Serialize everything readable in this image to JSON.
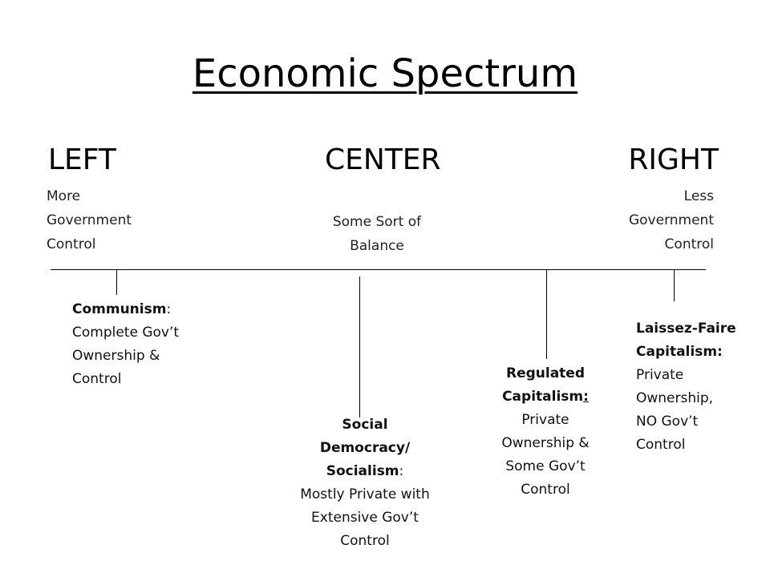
{
  "title": "Economic Spectrum",
  "poles": {
    "left": {
      "label": "LEFT",
      "desc": [
        "More",
        "Government",
        "Control"
      ]
    },
    "center": {
      "label": "CENTER",
      "desc": [
        "Some Sort of",
        "Balance"
      ]
    },
    "right": {
      "label": "RIGHT",
      "desc": [
        "Less",
        "Government",
        "Control"
      ]
    }
  },
  "systems": {
    "communism": {
      "name": "Communism",
      "suffix": ":",
      "lines": [
        "Complete Gov’t",
        "Ownership &",
        "Control"
      ]
    },
    "social_democracy": {
      "name": [
        "Social",
        "Democracy/",
        "Socialism"
      ],
      "suffix": ":",
      "lines": [
        "Mostly Private with",
        "Extensive Gov’t",
        "Control"
      ]
    },
    "regulated": {
      "name": [
        "Regulated",
        "Capitalism"
      ],
      "suffix": ":",
      "lines": [
        "Private",
        "Ownership &",
        "Some Gov’t",
        "Control"
      ]
    },
    "laissez_faire": {
      "name": [
        "Laissez-Faire",
        "Capitalism:"
      ],
      "lines": [
        "Private",
        "Ownership,",
        "NO Gov’t",
        "Control"
      ]
    }
  }
}
